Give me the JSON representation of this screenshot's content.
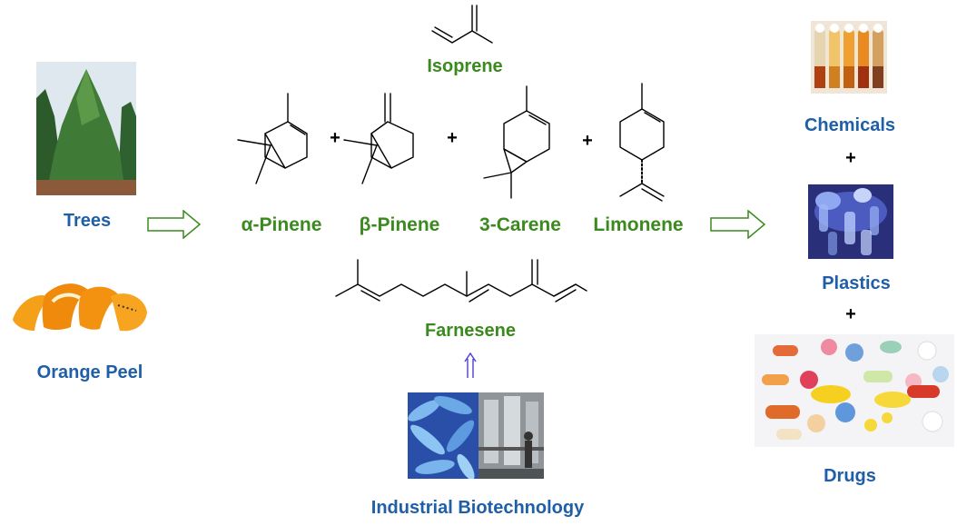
{
  "sources": {
    "trees": "Trees",
    "orange_peel": "Orange Peel",
    "industrial_biotech": "Industrial Biotechnology"
  },
  "molecules": {
    "isoprene": "Isoprene",
    "alpha_pinene": "α-Pinene",
    "beta_pinene": "β-Pinene",
    "carene": "3-Carene",
    "limonene": "Limonene",
    "farnesene": "Farnesene"
  },
  "products": {
    "chemicals": "Chemicals",
    "plastics": "Plastics",
    "drugs": "Drugs"
  },
  "operators": {
    "plus": "+"
  },
  "colors": {
    "source_label": "#1f5fa8",
    "molecule_label": "#3a8a1e",
    "arrow_outline": "#3a8a1e",
    "up_arrow": "#4a3fd0"
  },
  "icons": {
    "flow_arrow": "hollow-right-arrow",
    "biotech_arrow": "double-up-arrow"
  }
}
